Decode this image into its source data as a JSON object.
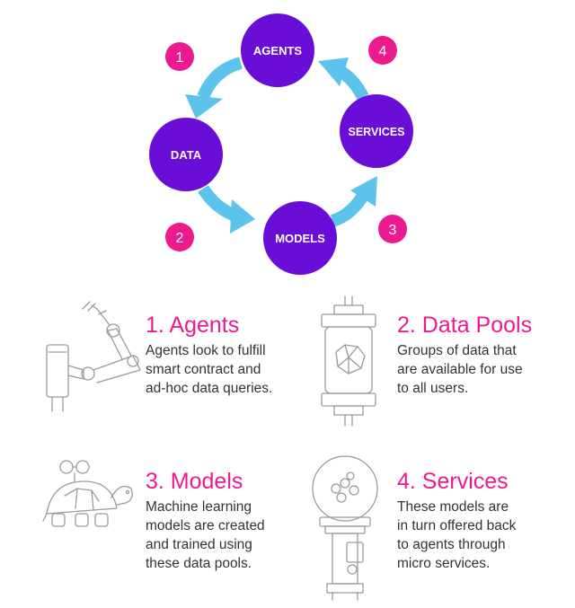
{
  "colors": {
    "node": "#6a0dd6",
    "arrow": "#5bc3ec",
    "badge": "#ec1a8f",
    "title": "#ec1a8f",
    "text": "#333333",
    "line_art": "#9a9a9a"
  },
  "cycle": {
    "nodes": [
      {
        "label": "AGENTS"
      },
      {
        "label": "DATA"
      },
      {
        "label": "MODELS"
      },
      {
        "label": "SERVICES"
      }
    ],
    "badges": [
      {
        "label": "1"
      },
      {
        "label": "2"
      },
      {
        "label": "3"
      },
      {
        "label": "4"
      }
    ]
  },
  "features": [
    {
      "title": "1. Agents",
      "lines": [
        "Agents look to fulfill",
        "smart contract and",
        "ad-hoc data queries."
      ],
      "icon": "robot-arm-icon"
    },
    {
      "title": "2. Data Pools",
      "lines": [
        "Groups of data that",
        "are available for use",
        "to all users."
      ],
      "icon": "data-capsule-icon"
    },
    {
      "title": "3. Models",
      "lines": [
        "Machine learning",
        "models are created",
        "and trained using",
        "these data pools."
      ],
      "icon": "wind-up-turtle-icon"
    },
    {
      "title": "4. Services",
      "lines": [
        "These models are",
        "in turn offered back",
        "to agents through",
        "micro services."
      ],
      "icon": "gumball-machine-icon"
    }
  ]
}
